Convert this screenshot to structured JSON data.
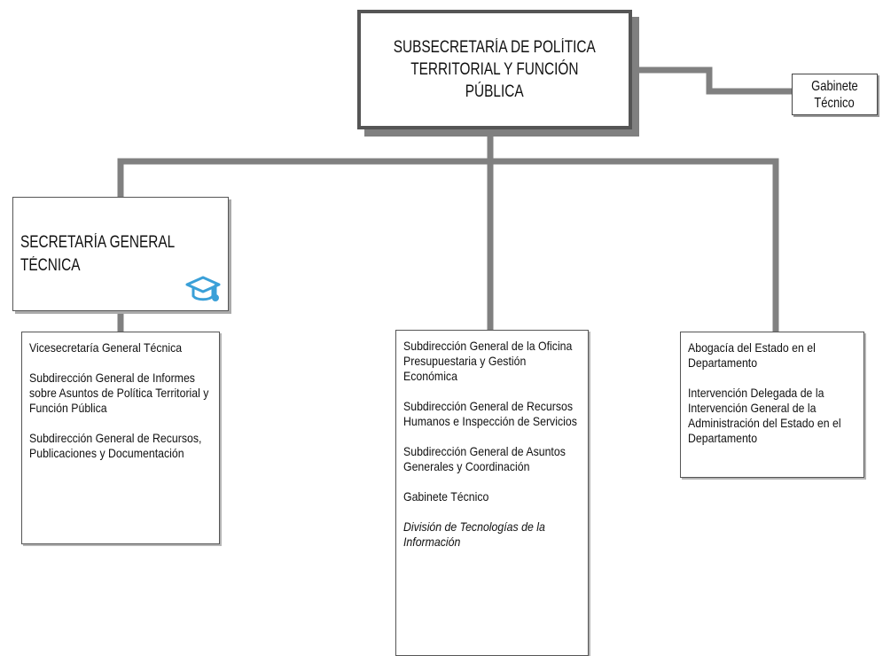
{
  "diagram": {
    "root": {
      "line1": "SUBSECRETARÍA DE POLÍTICA",
      "line2": "TERRITORIAL Y FUNCIÓN",
      "line3": "PÚBLICA"
    },
    "side_unit": {
      "line1": "Gabinete",
      "line2": "Técnico"
    },
    "secretaria": {
      "line1": "SECRETARÍA GENERAL",
      "line2": "TÉCNICA",
      "icon": "graduation-cap-icon"
    },
    "left_units": [
      "Vicesecretaría General Técnica",
      "Subdirección General de Informes sobre Asuntos de Política Territorial y Función Pública",
      "Subdirección General de Recursos, Publicaciones y Documentación"
    ],
    "middle_units": [
      "Subdirección General de la Oficina Presupuestaria y Gestión Económica",
      "Subdirección General de Recursos Humanos e Inspección de Servicios",
      "Subdirección General de Asuntos Generales y Coordinación",
      "Gabinete Técnico",
      "División de Tecnologías de la Información"
    ],
    "right_units": [
      "Abogacía del Estado en el Departamento",
      "Intervención Delegada de la Intervención General de la Administración del Estado en el Departamento"
    ],
    "colors": {
      "connector": "#808080",
      "hat_icon": "#3aa0d8",
      "border": "#555555"
    }
  }
}
